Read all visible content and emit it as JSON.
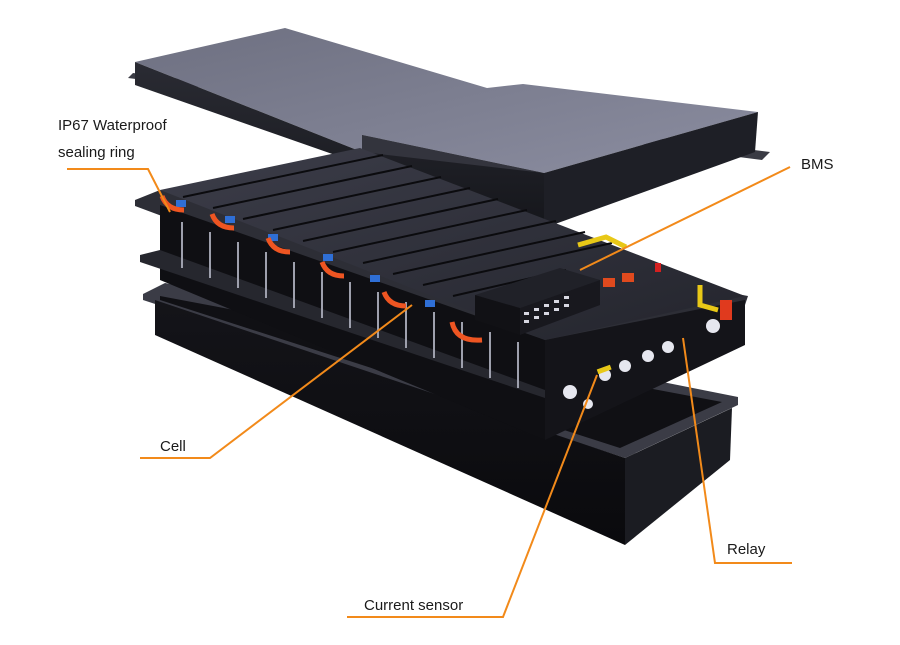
{
  "diagram": {
    "subject": "Exploded view of battery pack",
    "accent_color": "#f28a1a",
    "components": [
      "top-cover",
      "battery-module",
      "bottom-tray"
    ],
    "callouts": [
      {
        "id": "ip67",
        "lines": [
          "IP67 Waterproof",
          "sealing ring"
        ]
      },
      {
        "id": "bms",
        "lines": [
          "BMS"
        ]
      },
      {
        "id": "cell",
        "lines": [
          "Cell"
        ]
      },
      {
        "id": "relay",
        "lines": [
          "Relay"
        ]
      },
      {
        "id": "current-sensor",
        "lines": [
          "Current sensor"
        ]
      }
    ]
  }
}
